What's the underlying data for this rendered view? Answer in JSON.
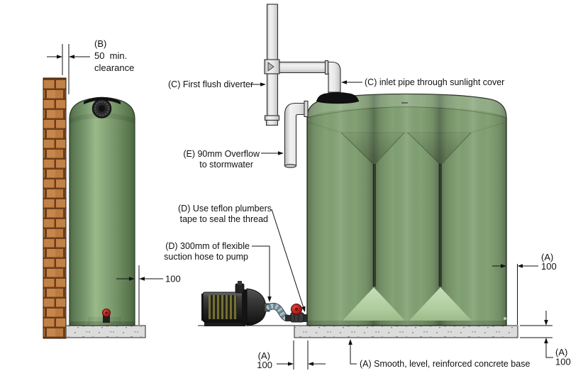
{
  "labels": {
    "clearance": {
      "l1": "(B)",
      "l2": "50  min.",
      "l3": "clearance"
    },
    "first_flush": "(C) First flush diverter",
    "inlet_pipe": "(C) inlet pipe through sunlight cover",
    "overflow": {
      "l1": "(E) 90mm Overflow",
      "l2": "to stormwater"
    },
    "teflon": {
      "l1": "(D) Use teflon plumbers",
      "l2": "tape to seal the thread"
    },
    "suction": {
      "l1": "(D) 300mm of flexible",
      "l2": "suction hose to pump"
    },
    "concrete_base": "(A) Smooth, level, reinforced concrete base"
  },
  "dimensions": {
    "left_tank_edge": "100",
    "right_tank_edge": {
      "ref": "(A)",
      "value": "100"
    },
    "base_thickness": {
      "ref": "(A)",
      "value": "100"
    },
    "base_left_edge": {
      "ref": "(A)",
      "value": "100"
    }
  },
  "colors": {
    "tank_green": "#82a174",
    "tank_green_light": "#b9d3aa",
    "brick_orange": "#c28147",
    "mortar_brown": "#6e3d18",
    "concrete_gray": "#dcdcdc",
    "pipe_gray": "#ececec",
    "valve_red": "#b21f1f",
    "line_black": "#111111"
  }
}
